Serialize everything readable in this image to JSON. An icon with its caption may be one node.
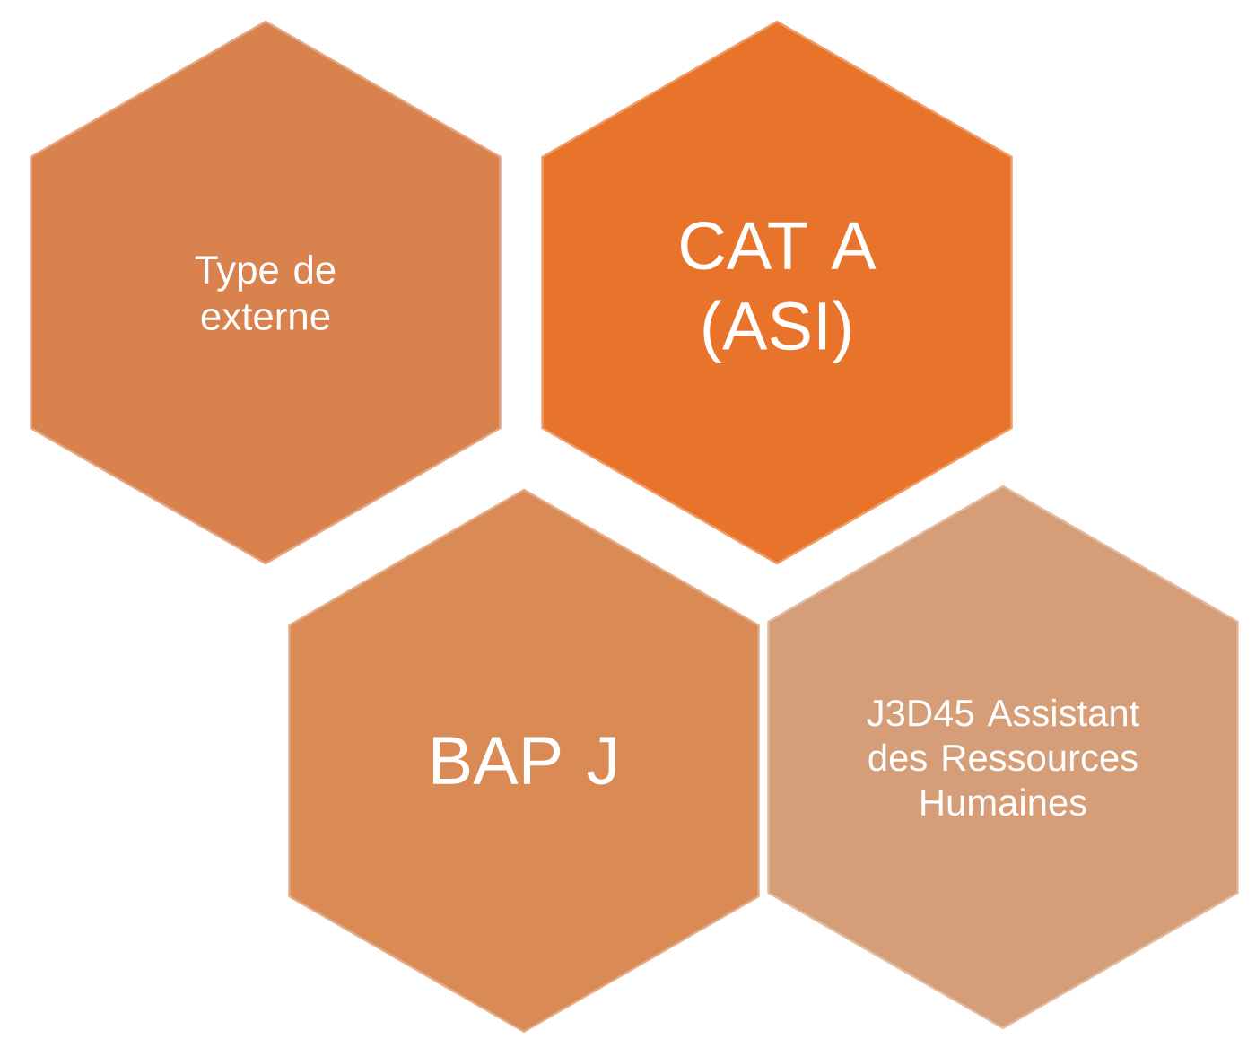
{
  "diagram": {
    "nodes": [
      {
        "text": [
          "Type de externe"
        ]
      },
      {
        "text": [
          "CAT A (ASI)"
        ]
      },
      {
        "text": [
          "BAP J"
        ]
      },
      {
        "text": [
          "J3D45 Assistant des Ressources Humaines"
        ]
      }
    ]
  }
}
